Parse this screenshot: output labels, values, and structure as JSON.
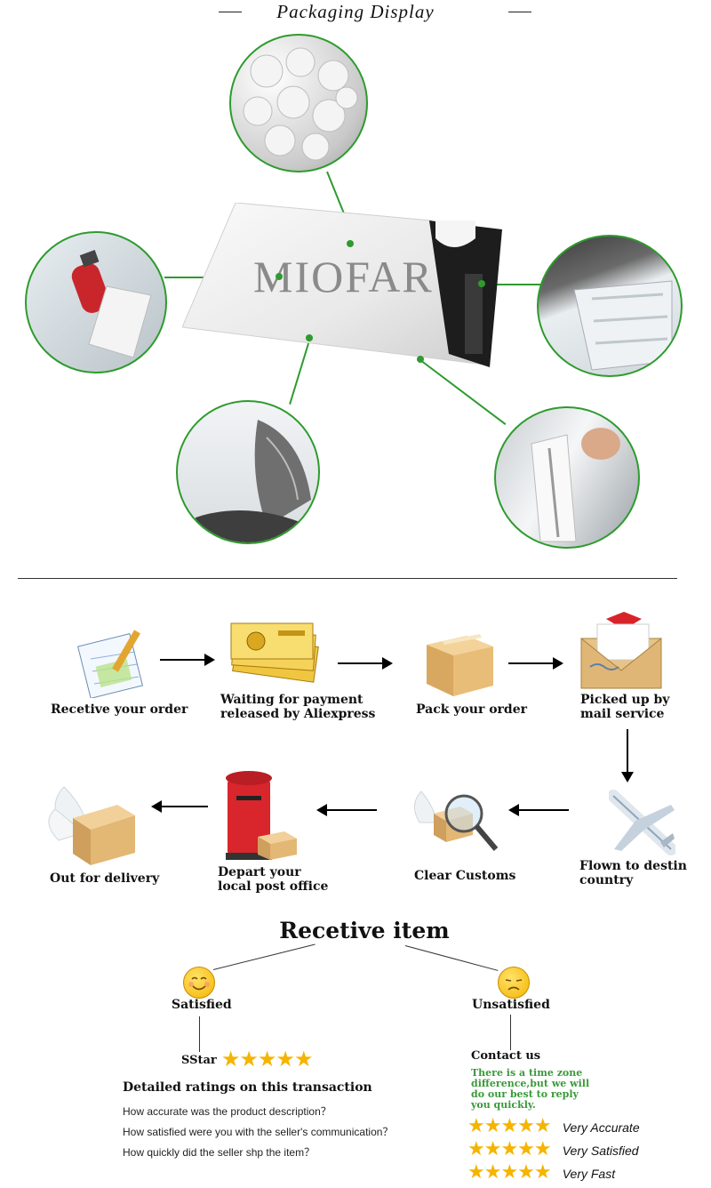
{
  "header": {
    "title": "Packaging Display"
  },
  "product": {
    "brand_logo": "MIOFAR"
  },
  "detail_images": [
    {
      "name": "pellets-icon"
    },
    {
      "name": "fire-extinguisher-icon"
    },
    {
      "name": "seal-strip-icon"
    },
    {
      "name": "bag-fold-icon"
    },
    {
      "name": "stretch-film-icon"
    }
  ],
  "process": {
    "steps": [
      {
        "label_line1": "Recetive your order",
        "label_line2": "",
        "icon": "order-form-icon"
      },
      {
        "label_line1": "Waiting for payment",
        "label_line2": "released by Aliexpress",
        "icon": "money-icon"
      },
      {
        "label_line1": "Pack your order",
        "label_line2": "",
        "icon": "box-icon"
      },
      {
        "label_line1": "Picked up by",
        "label_line2": "mail service",
        "icon": "envelope-icon"
      },
      {
        "label_line1": "Flown to destin",
        "label_line2": "country",
        "icon": "airplane-icon"
      },
      {
        "label_line1": "Clear Customs",
        "label_line2": "",
        "icon": "magnifier-icon"
      },
      {
        "label_line1": "Depart your",
        "label_line2": "local post office",
        "icon": "postbox-icon"
      },
      {
        "label_line1": "Out for delivery",
        "label_line2": "",
        "icon": "winged-box-icon"
      }
    ]
  },
  "feedback": {
    "title": "Recetive item",
    "satisfied": {
      "label": "Satisfied",
      "stars_prefix": "SStar",
      "stars": "★★★★★",
      "ratings_title": "Detailed ratings on this transaction",
      "questions": [
        "How accurate was the product description？",
        "How satisfied were you with the seller's communication？",
        "How quickly did the seller shp the item？"
      ]
    },
    "unsatisfied": {
      "label": "Unsatisfied",
      "contact_title": "Contact us",
      "note_line1": "There is a time zone",
      "note_line2": "difference,but we will",
      "note_line3": "do  our best to reply",
      "note_line4": "you quickly.",
      "ratings": [
        {
          "stars": "★★★★★",
          "text": "Very Accurate"
        },
        {
          "stars": "★★★★★",
          "text": "Very Satisfied"
        },
        {
          "stars": "★★★★★",
          "text": "Very Fast"
        }
      ]
    }
  },
  "colors": {
    "accent_green": "#2e9b2e",
    "star": "#f5b400",
    "note_green": "#3a9a3a"
  }
}
